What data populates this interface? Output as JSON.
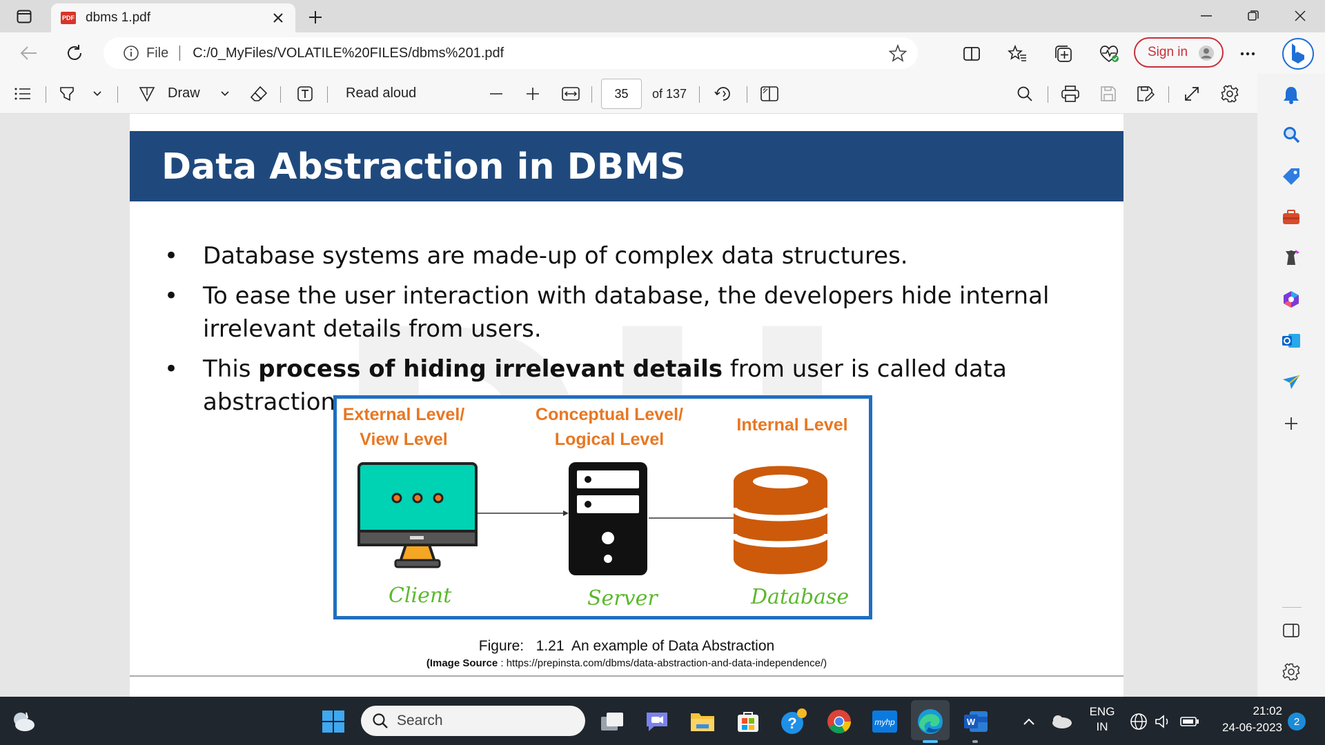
{
  "browser": {
    "tab_title": "dbms 1.pdf",
    "pdf_badge": "PDF",
    "file_label": "File",
    "url": "C:/0_MyFiles/VOLATILE%20FILES/dbms%201.pdf",
    "sign_in_label": "Sign in"
  },
  "pdf_toolbar": {
    "draw_label": "Draw",
    "read_aloud_label": "Read aloud",
    "page_number": "35",
    "page_total": "of 137"
  },
  "slide": {
    "title": "Data Abstraction in DBMS",
    "bullet_1": "Database systems are made-up of complex data structures.",
    "bullet_2_line1": "To ease the user interaction with database, the developers hide internal",
    "bullet_2_line2": "irrelevant details from users.",
    "bullet_3_pre": "This ",
    "bullet_3_bold": "process of hiding irrelevant details",
    "bullet_3_post": " from user is called data abstraction.",
    "figure": {
      "external_l1": "External Level/",
      "external_l2": "View Level",
      "conceptual_l1": "Conceptual Level/",
      "conceptual_l2": "Logical Level",
      "internal": "Internal Level",
      "client": "Client",
      "server": "Server",
      "database": "Database"
    },
    "caption": "Figure:   1.21  An example of Data Abstraction",
    "source_bold": "(Image Source",
    "source_rest": " : https://prepinsta.com/dbms/data-abstraction-and-data-independence/)"
  },
  "taskbar": {
    "search_label": "Search",
    "lang_1": "ENG",
    "lang_2": "IN",
    "time": "21:02",
    "date": "24-06-2023",
    "notification_count": "2"
  },
  "colors": {
    "slide_header": "#1f497d",
    "figure_border": "#1f6fbf",
    "level_label": "#e87722",
    "caption_green": "#5cb82e",
    "database_orange": "#cc5a0a",
    "monitor_teal": "#00d2b4"
  }
}
